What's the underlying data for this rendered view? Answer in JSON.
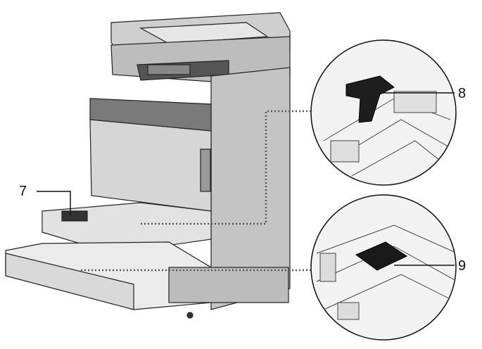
{
  "callouts": {
    "label_7": "7",
    "label_8": "8",
    "label_9": "9"
  },
  "colors": {
    "line": "#111111",
    "dotted": "#555555",
    "body_gray": "#bdbdbd",
    "dark": "#222222",
    "light": "#eeeeee"
  }
}
